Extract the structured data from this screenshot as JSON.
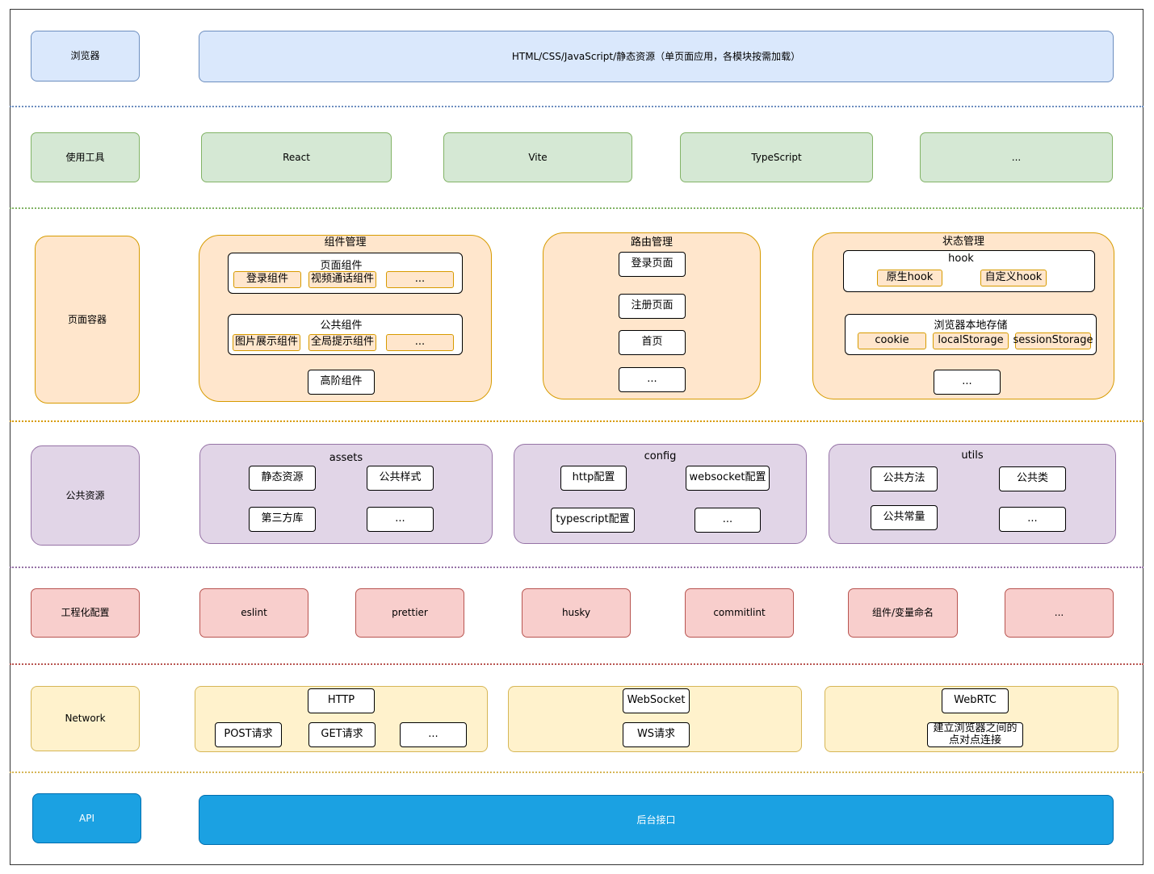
{
  "colors": {
    "browser": "#dae8fc",
    "tools": "#d5e8d4",
    "page": "#ffe6cc",
    "common": "#e1d5e7",
    "engineering": "#f8cecc",
    "network": "#fff2cc",
    "api": "#1ba1e2"
  },
  "browser": {
    "label": "浏览器",
    "content": "HTML/CSS/JavaScript/静态资源（单页面应用，各模块按需加载）"
  },
  "tools": {
    "label": "使用工具",
    "items": [
      "React",
      "Vite",
      "TypeScript",
      "..."
    ]
  },
  "page": {
    "label": "页面容器",
    "components": {
      "title": "组件管理",
      "page_components": {
        "title": "页面组件",
        "items": [
          "登录组件",
          "视频通话组件",
          "..."
        ]
      },
      "common_components": {
        "title": "公共组件",
        "items": [
          "图片展示组件",
          "全局提示组件",
          "..."
        ]
      },
      "hoc": "高阶组件"
    },
    "routes": {
      "title": "路由管理",
      "items": [
        "登录页面",
        "注册页面",
        "首页",
        "..."
      ]
    },
    "state": {
      "title": "状态管理",
      "hook": {
        "title": "hook",
        "items": [
          "原生hook",
          "自定义hook"
        ]
      },
      "storage": {
        "title": "浏览器本地存储",
        "items": [
          "cookie",
          "localStorage",
          "sessionStorage"
        ]
      },
      "more": "..."
    }
  },
  "common": {
    "label": "公共资源",
    "assets": {
      "title": "assets",
      "items": [
        "静态资源",
        "公共样式",
        "第三方库",
        "..."
      ]
    },
    "config": {
      "title": "config",
      "items": [
        "http配置",
        "websocket配置",
        "typescript配置",
        "..."
      ]
    },
    "utils": {
      "title": "utils",
      "items": [
        "公共方法",
        "公共类",
        "公共常量",
        "..."
      ]
    }
  },
  "engineering": {
    "label": "工程化配置",
    "items": [
      "eslint",
      "prettier",
      "husky",
      "commitlint",
      "组件/变量命名",
      "..."
    ]
  },
  "network": {
    "label": "Network",
    "http": {
      "title": "HTTP",
      "items": [
        "POST请求",
        "GET请求",
        "..."
      ]
    },
    "websocket": {
      "title": "WebSocket",
      "items": [
        "WS请求"
      ]
    },
    "webrtc": {
      "title": "WebRTC",
      "items": [
        "建立浏览器之间的\n点对点连接"
      ]
    }
  },
  "api": {
    "label": "API",
    "content": "后台接口"
  }
}
